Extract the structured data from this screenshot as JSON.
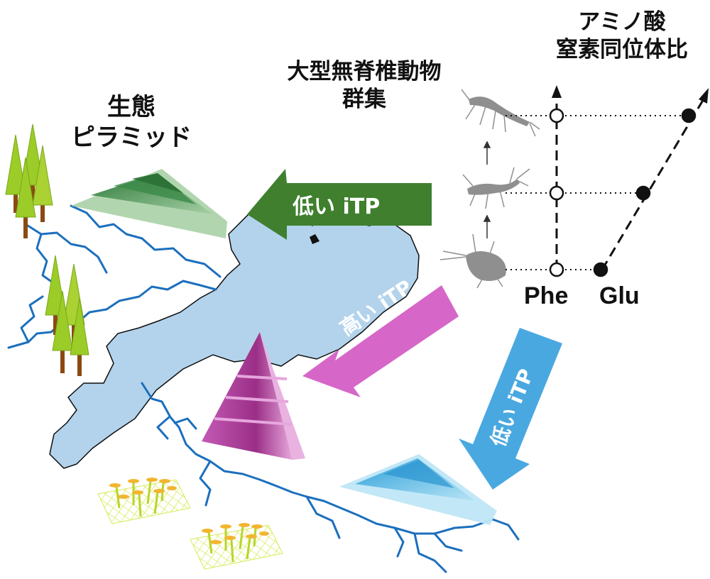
{
  "labels": {
    "eco_pyramid": [
      "生態",
      "ピラミッド"
    ],
    "macroinvertebrates": [
      "大型無脊椎動物",
      "群集"
    ],
    "amino_acid": [
      "アミノ酸",
      "窒素同位体比"
    ]
  },
  "arrows": {
    "green": "低い iTP",
    "magenta": "高い iTP",
    "blue": "低い iTP"
  },
  "axis": {
    "phe": "Phe",
    "glu": "Glu"
  },
  "colors": {
    "lake": "#b3d3ec",
    "river": "#1b6fbe",
    "green_arrow": "#3f7f2e",
    "magenta_arrow": "#d667c8",
    "blue_arrow": "#4aa8e0",
    "green_pyramid": "#4f9a5a",
    "magenta_pyramid": "#b8409a",
    "blue_pyramid": "#5cc0ea",
    "tree_crown": "#9ccc28",
    "tree_trunk": "#8a4a12"
  },
  "icons": [
    "cedar-tree-icon",
    "rice-plant-icon",
    "insect-larva-icon"
  ]
}
